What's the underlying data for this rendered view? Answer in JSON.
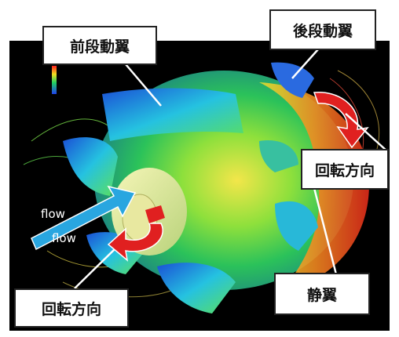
{
  "labels": {
    "front_rotor": "前段動翼",
    "rear_rotor": "後段動翼",
    "rotation_right": "回転方向",
    "stator": "静翼",
    "rotation_left": "回転方向"
  },
  "flow_labels": [
    "flow",
    "flow"
  ],
  "colors": {
    "background": "#000000",
    "flow_arrow": "#29a6e0",
    "rotation_arrow": "#e02020",
    "callout_border": "#222222"
  }
}
